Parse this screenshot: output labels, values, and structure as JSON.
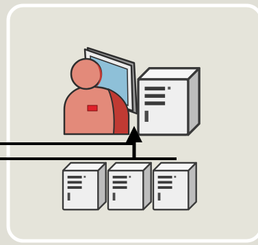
{
  "diagram": {
    "background": "#e0dfd6",
    "panel": {
      "fill": "#e5e4da",
      "stroke": "#ffffff"
    },
    "user": {
      "role": "administrator",
      "body_color": "#e38a7a",
      "shade_color": "#c03a33",
      "badge_color": "#e0212a"
    },
    "monitor": {
      "frame_color": "#ececec",
      "screen_color": "#8ec0d8"
    },
    "servers": {
      "top": 1,
      "bottom_row": 3,
      "body_color": "#f0f0f0",
      "shade_color": "#bdbdbd",
      "outline_color": "#3a3a3a"
    },
    "network": {
      "line_color": "#000000",
      "lines": 2,
      "arrow": "up"
    },
    "icons": [
      "person-icon",
      "monitor-icon",
      "server-tower-icon",
      "network-line",
      "arrow-up-icon"
    ]
  }
}
